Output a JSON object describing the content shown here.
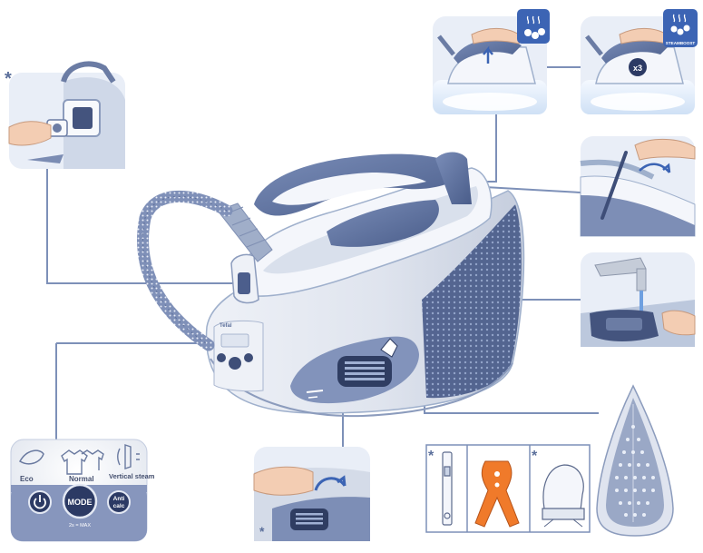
{
  "markers": {
    "asterisk": "*"
  },
  "control_panel": {
    "mode_labels": [
      "Eco",
      "Normal",
      "Vertical steam"
    ],
    "mode_button": "MODE",
    "anticalc_line1": "Anti",
    "anticalc_line2": "calc",
    "hint": "2s = MAX"
  },
  "steam_icons": {
    "boost_label": "STEAMBOOST",
    "multiplier": "x3"
  },
  "device": {
    "brand": "Tefal"
  },
  "colors": {
    "slate_blue": "#5b6f9b",
    "light_blue": "#c9daf0",
    "orange_tool": "#f07a2a",
    "badge_blue": "#3c64b4"
  }
}
